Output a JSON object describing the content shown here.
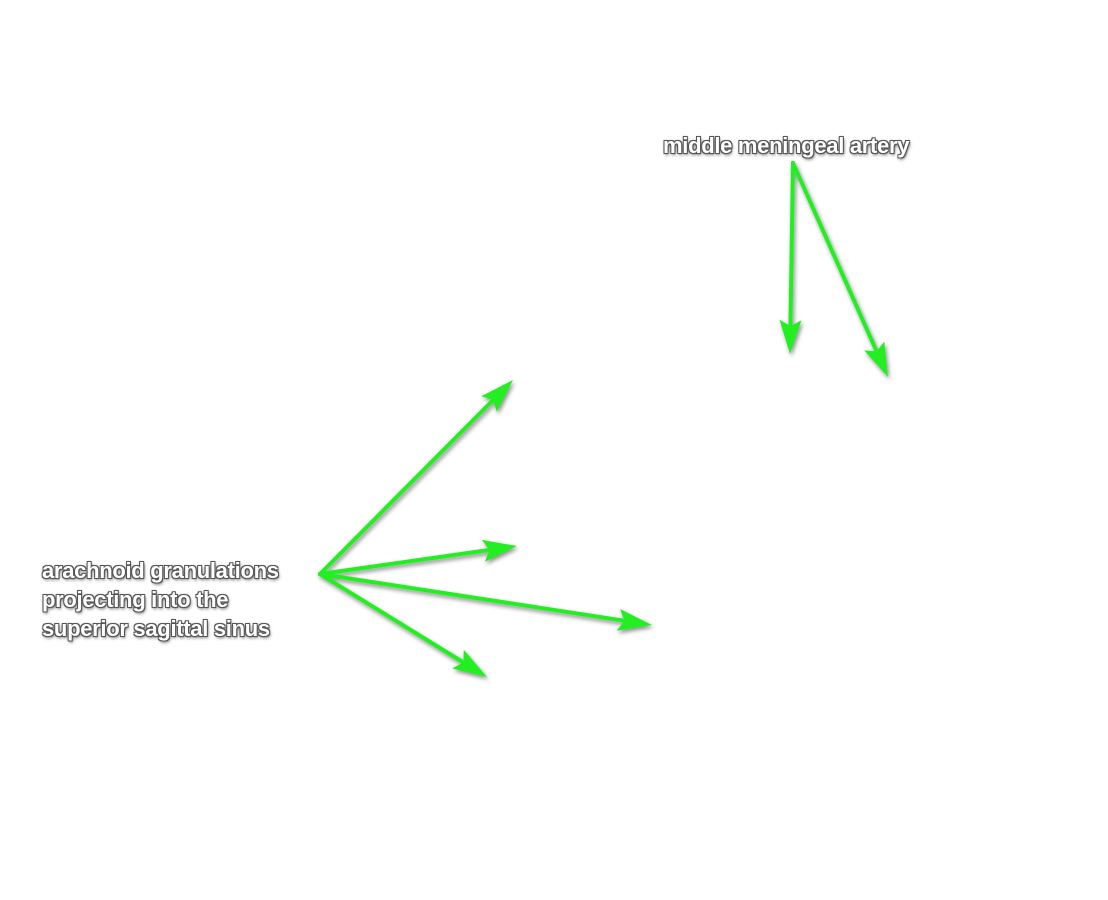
{
  "labels": {
    "middle_meningeal_artery": "middle meningeal artery",
    "arachnoid_granulations": {
      "line1": "arachnoid granulations",
      "line2": "projecting into the",
      "line3": "superior sagittal sinus"
    }
  },
  "colors": {
    "arrow": "#22ee22",
    "label_text": "#ffffff",
    "label_outline": "#555555",
    "background": "#ffffff"
  }
}
